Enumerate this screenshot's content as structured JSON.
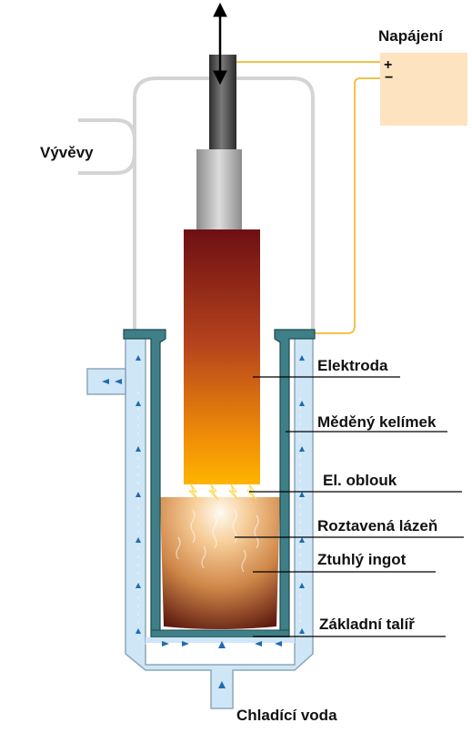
{
  "labels": {
    "power_supply": "Napájení",
    "plus": "+",
    "minus": "−",
    "vacuum_pumps": "Vývěvy",
    "electrode": "Elektroda",
    "copper_crucible": "Měděný kelímek",
    "arc": "El. oblouk",
    "molten_pool": "Roztavená lázeň",
    "solid_ingot": "Ztuhlý ingot",
    "base_plate": "Základní talíř",
    "cooling_water": "Chladící voda"
  },
  "colors": {
    "vacuum_line": "#d4d4d4",
    "wire": "#f2c24a",
    "power_box": "#fde3bf",
    "crucible_wall": "#3f7f87",
    "cooling_jacket": "#cfe6f7",
    "jacket_outline": "#8ea6b8",
    "flow_arrow": "#1f6ab0",
    "electrode_top": "#6e0f14",
    "electrode_bottom": "#ffb400",
    "rod_dark": "#4a4a4a",
    "holder_grey": "#a8a8a8"
  }
}
